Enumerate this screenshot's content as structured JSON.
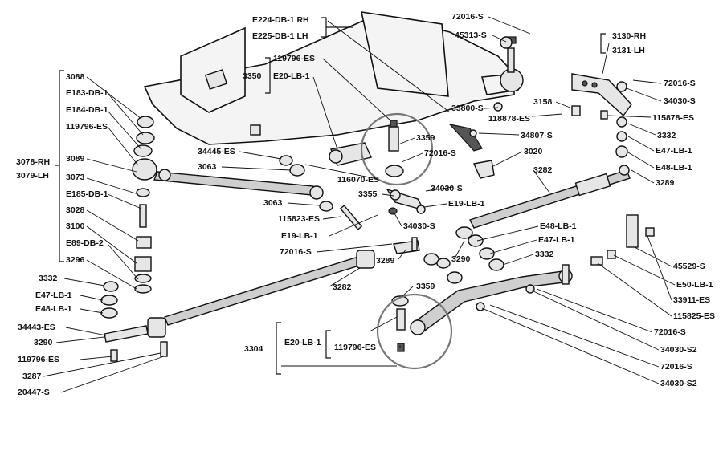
{
  "labels": {
    "l72016_top": "72016-S",
    "l45313": "45313-S",
    "l3130": "3130-RH",
    "l3131": "3131-LH",
    "lE224": "E224-DB-1  RH",
    "lE225": "E225-DB-1  LH",
    "l119796_top": "119796-ES",
    "l3350": "3350",
    "lE20_top": "E20-LB-1",
    "l72016_r1": "72016-S",
    "l3158": "3158",
    "l34030_r1": "34030-S",
    "l33800": "33800-S",
    "l118878": "118878-ES",
    "l115878": "115878-ES",
    "l3332_r": "3332",
    "l34807": "34807-S",
    "l3088": "3088",
    "lE183": "E183-DB-1",
    "lE184": "E184-DB-1",
    "l119796_left": "119796-ES",
    "l3078": "3078-RH",
    "l3079": "3079-LH",
    "l3089": "3089",
    "l3073": "3073",
    "lE185": "E185-DB-1",
    "l3028": "3028",
    "l3100": "3100",
    "lE89": "E89-DB-2",
    "l3296": "3296",
    "l34445": "34445-ES",
    "l3063_a": "3063",
    "l116070": "116070-ES",
    "l3359_top": "3359",
    "l72016_mid": "72016-S",
    "l3020": "3020",
    "lE47_r": "E47-LB-1",
    "lE48_r": "E48-LB-1",
    "l3289_r": "3289",
    "l3282_top": "3282",
    "l34030_mid": "34030-S",
    "l3355": "3355",
    "lE19_a": "E19-LB-1",
    "l3063_b": "3063",
    "l115823": "115823-ES",
    "lE19_b": "E19-LB-1",
    "l34030_c": "34030-S",
    "lE48_m": "E48-LB-1",
    "lE47_m": "E47-LB-1",
    "l72016_c": "72016-S",
    "l3289_m": "3289",
    "l3290_m": "3290",
    "l3332_m": "3332",
    "l45529": "45529-S",
    "l3332_left": "3332",
    "lE47_left": "E47-LB-1",
    "lE48_left": "E48-LB-1",
    "l3282_mid": "3282",
    "l3359_mid": "3359",
    "lE50": "E50-LB-1",
    "l33911": "33911-ES",
    "l115825": "115825-ES",
    "l34443": "34443-ES",
    "l3290_left": "3290",
    "l119796_bl": "119796-ES",
    "l3287": "3287",
    "l20447": "20447-S",
    "l3304": "3304",
    "lE20_bot": "E20-LB-1",
    "l119796_bot": "119796-ES",
    "l72016_b1": "72016-S",
    "l34030S2_a": "34030-S2",
    "l72016_b2": "72016-S",
    "l34030S2_b": "34030-S2"
  }
}
